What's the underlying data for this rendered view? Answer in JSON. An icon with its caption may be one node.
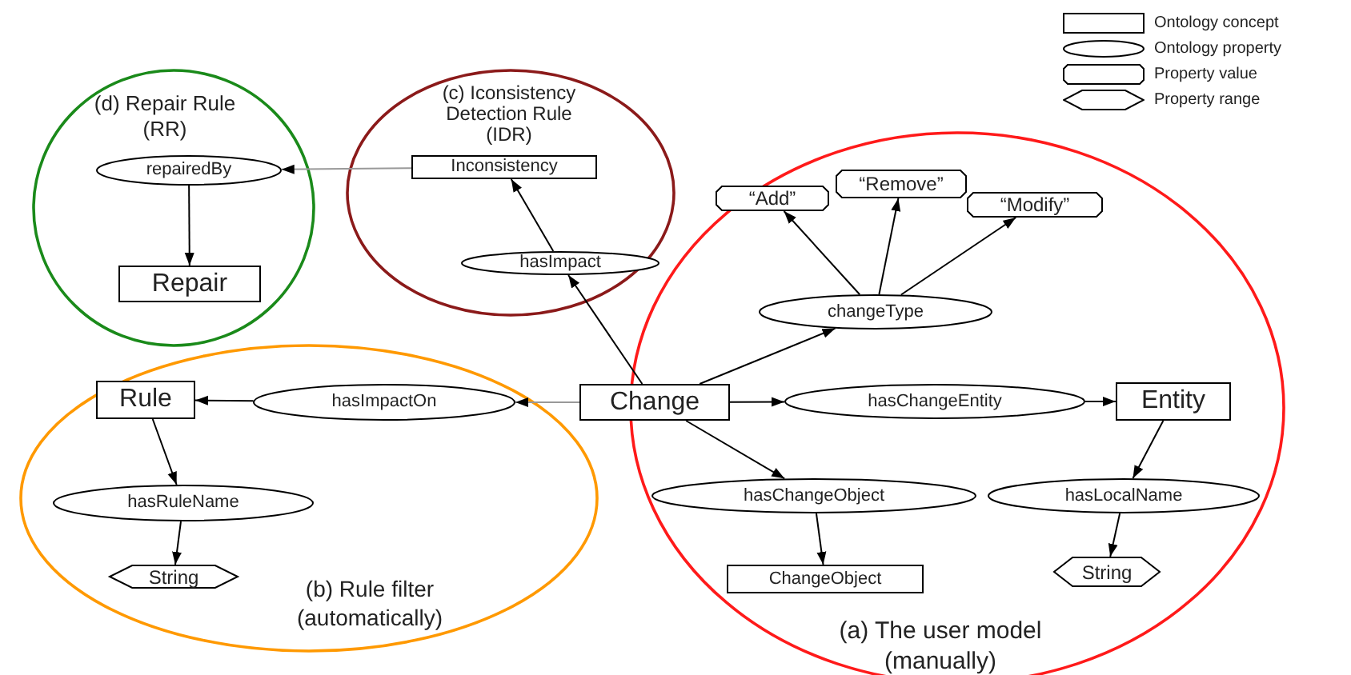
{
  "diagram": {
    "nodes": [
      {
        "text": [
          "(d) Repair Rule (RR)"
        ]
      },
      {
        "text": [
          "repairedBy"
        ],
        "in": 0
      },
      {
        "text": [
          "Repair"
        ],
        "in": 0
      },
      {
        "text": [
          "(c) Iconsistency Detection Rule (IDR)"
        ]
      },
      {
        "text": [
          "Inconsistency"
        ],
        "in": 3
      },
      {
        "text": [
          "hasImpact"
        ],
        "in": 3
      },
      {
        "text": [
          "(a) The user model (manually)"
        ]
      },
      {
        "text": [
          "“Add”"
        ],
        "in": 6
      },
      {
        "text": [
          "“Remove”"
        ],
        "in": 6
      },
      {
        "text": [
          "“Modify”"
        ],
        "in": 6
      },
      {
        "text": [
          "changeType"
        ],
        "in": 6
      },
      {
        "text": [
          "Change"
        ]
      },
      {
        "text": [
          "hasChangeEntity"
        ],
        "in": 6
      },
      {
        "text": [
          "Entity"
        ],
        "in": 6
      },
      {
        "text": [
          "hasChangeObject"
        ],
        "in": 6
      },
      {
        "text": [
          "ChangeObject"
        ],
        "in": 6
      },
      {
        "text": [
          "hasLocalName"
        ],
        "in": 6
      },
      {
        "text": [
          "String"
        ],
        "in": 6
      },
      {
        "text": [
          "(b) Rule filter (automatically)"
        ]
      },
      {
        "text": [
          "Rule"
        ],
        "in": 18
      },
      {
        "text": [
          "hasImpactOn"
        ],
        "in": 18
      },
      {
        "text": [
          "hasRuleName"
        ],
        "in": 18
      },
      {
        "text": [
          "String"
        ],
        "in": 18
      }
    ],
    "edges": [
      {
        "from": 4,
        "to": 1,
        "arrow": "to",
        "color": "#999999"
      },
      {
        "from": 1,
        "to": 2,
        "arrow": "to"
      },
      {
        "from": 5,
        "to": 4,
        "arrow": "to"
      },
      {
        "from": 11,
        "to": 5,
        "arrow": "to"
      },
      {
        "from": 11,
        "to": 10,
        "arrow": "to"
      },
      {
        "from": 10,
        "to": 7,
        "arrow": "to"
      },
      {
        "from": 10,
        "to": 8,
        "arrow": "to"
      },
      {
        "from": 10,
        "to": 9,
        "arrow": "to"
      },
      {
        "from": 11,
        "to": 12,
        "arrow": "to"
      },
      {
        "from": 12,
        "to": 13,
        "arrow": "to"
      },
      {
        "from": 13,
        "to": 16,
        "arrow": "to"
      },
      {
        "from": 16,
        "to": 17,
        "arrow": "to"
      },
      {
        "from": 11,
        "to": 14,
        "arrow": "to"
      },
      {
        "from": 14,
        "to": 15,
        "arrow": "to"
      },
      {
        "from": 11,
        "to": 20,
        "arrow": "to",
        "color": "#999999"
      },
      {
        "from": 20,
        "to": 19,
        "arrow": "to"
      },
      {
        "from": 19,
        "to": 21,
        "arrow": "to"
      },
      {
        "from": 21,
        "to": 22,
        "arrow": "to"
      }
    ],
    "legend": [
      {
        "text": "Ontology concept"
      },
      {
        "text": "Ontology property"
      },
      {
        "text": "Property value"
      },
      {
        "text": "Property range"
      }
    ]
  }
}
